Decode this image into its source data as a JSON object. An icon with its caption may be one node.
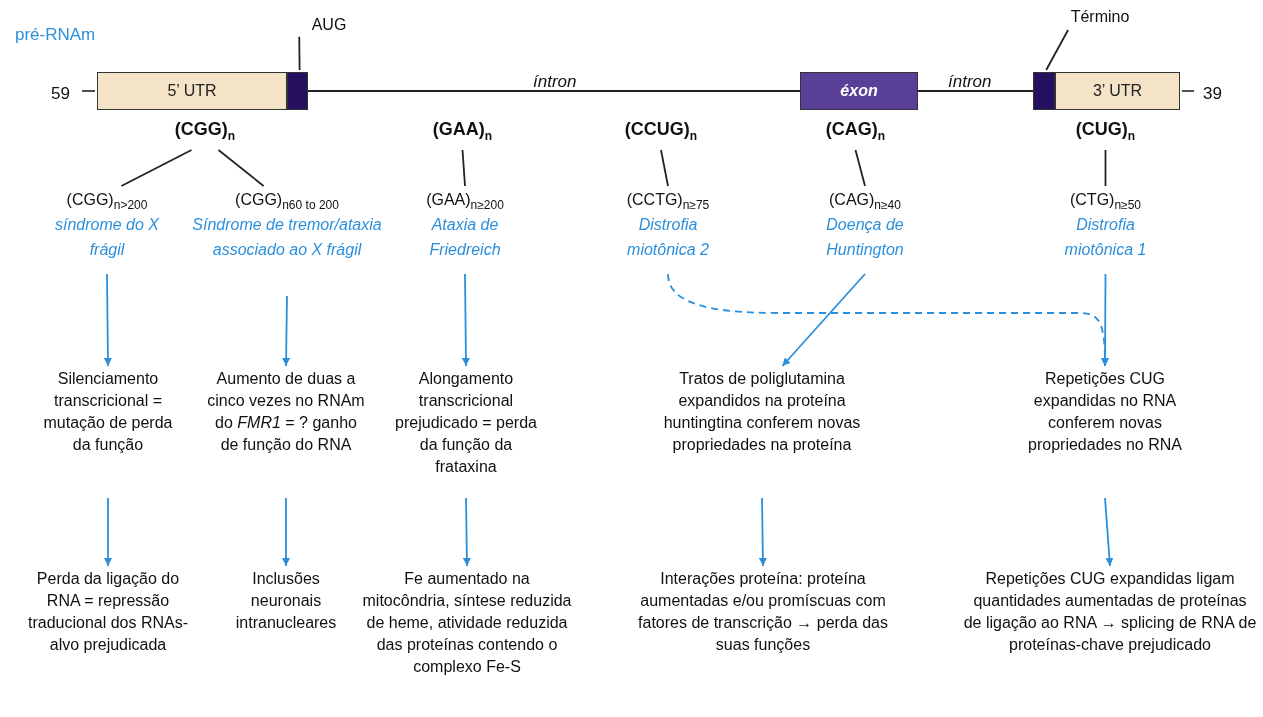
{
  "diagram": {
    "nodes": [
      {
        "text": [
          "5’ UTR"
        ]
      },
      {
        "text": [],
        "shape": "box"
      },
      {
        "text": [
          "éxon"
        ]
      },
      {
        "text": [],
        "shape": "box"
      },
      {
        "text": [
          "3’ UTR"
        ]
      },
      {
        "text": [
          "AUG"
        ]
      },
      {
        "text": [
          "Término"
        ]
      },
      {
        "text": [
          "(CGG)$_{n}$"
        ]
      },
      {
        "text": [
          "(GAA)$_{n}$"
        ]
      },
      {
        "text": [
          "(CCUG)$_{n}$"
        ]
      },
      {
        "text": [
          "(CAG)$_{n}$"
        ]
      },
      {
        "text": [
          "(CUG)$_{n}$"
        ]
      },
      {
        "text": [
          "(CGG)$_{n>200}$",
          "síndrome do X frágil"
        ]
      },
      {
        "text": [
          "(CGG)$_{n60 to 200}$",
          "Síndrome de tremor/ataxia associado ao X frágil"
        ]
      },
      {
        "text": [
          "(GAA)$_{n≥200}$",
          "Ataxia de Friedreich"
        ]
      },
      {
        "text": [
          "(CCTG)$_{n≥75}$",
          "Distrofia miotônica 2"
        ]
      },
      {
        "text": [
          "(CAG)$_{n≥40}$",
          "Doença de Huntington"
        ]
      },
      {
        "text": [
          "(CTG)$_{n≥50}$",
          "Distrofia miotônica 1"
        ]
      },
      {
        "text": [
          "Silenciamento transcricional = mutação de perda da função"
        ]
      },
      {
        "text": [
          "Aumento de duas a cinco vezes no RNAm do *FMR1* = ? ganho de função do RNA"
        ]
      },
      {
        "text": [
          "Alongamento transcricional prejudicado = perda da função da frataxina"
        ]
      },
      {
        "text": [
          "Tratos de poliglutamina expandidos na proteína huntingtina conferem novas propriedades na proteína"
        ]
      },
      {
        "text": [
          "Repetições CUG expandidas no RNA conferem novas propriedades no RNA"
        ]
      },
      {
        "text": [
          "Perda da ligação do RNA = repressão traducional dos RNAs-alvo prejudicada"
        ]
      },
      {
        "text": [
          "Inclusões neuronais intranucleares"
        ]
      },
      {
        "text": [
          "Fe aumentado na mitocôndria, síntese reduzida de heme, atividade reduzida das proteínas contendo o complexo Fe-S"
        ]
      },
      {
        "text": [
          "Interações proteína: proteína aumentadas e/ou promíscuas com fatores de transcrição → perda das suas funções"
        ]
      },
      {
        "text": [
          "Repetições CUG expandidas ligam quantidades aumentadas de proteínas de ligação ao RNA → splicing de RNA de proteínas-chave prejudicado"
        ]
      }
    ],
    "edges": [
      {
        "from": 5,
        "to": 1,
        "arrow": "none",
        "color": "#222222"
      },
      {
        "from": 6,
        "to": 3,
        "arrow": "none",
        "color": "#222222"
      },
      {
        "from": 7,
        "to": 12,
        "arrow": "none",
        "color": "#222222"
      },
      {
        "from": 7,
        "to": 13,
        "arrow": "none",
        "color": "#222222"
      },
      {
        "from": 8,
        "to": 14,
        "arrow": "none",
        "color": "#222222"
      },
      {
        "from": 9,
        "to": 15,
        "arrow": "none",
        "color": "#222222"
      },
      {
        "from": 10,
        "to": 16,
        "arrow": "none",
        "color": "#222222"
      },
      {
        "from": 11,
        "to": 17,
        "arrow": "none",
        "color": "#222222"
      },
      {
        "from": 12,
        "to": 18,
        "arrow": "to"
      },
      {
        "from": 13,
        "to": 19,
        "arrow": "to"
      },
      {
        "from": 14,
        "to": 20,
        "arrow": "to"
      },
      {
        "from": 16,
        "to": 21,
        "arrow": "to"
      },
      {
        "from": 17,
        "to": 22,
        "arrow": "to"
      },
      {
        "from": 15,
        "to": 22,
        "arrow": "to",
        "style": "dashed"
      },
      {
        "from": 18,
        "to": 23,
        "arrow": "to"
      },
      {
        "from": 19,
        "to": 24,
        "arrow": "to"
      },
      {
        "from": 20,
        "to": 25,
        "arrow": "to"
      },
      {
        "from": 21,
        "to": 26,
        "arrow": "to"
      },
      {
        "from": 22,
        "to": 27,
        "arrow": "to"
      },
      {
        "from": 1,
        "to": 2,
        "arrow": "none",
        "color": "#222222"
      },
      {
        "from": 2,
        "to": 3,
        "arrow": "none",
        "color": "#222222"
      }
    ],
    "labels": [
      "pré-RNAm",
      "59",
      "íntron",
      "íntron",
      "39"
    ]
  }
}
